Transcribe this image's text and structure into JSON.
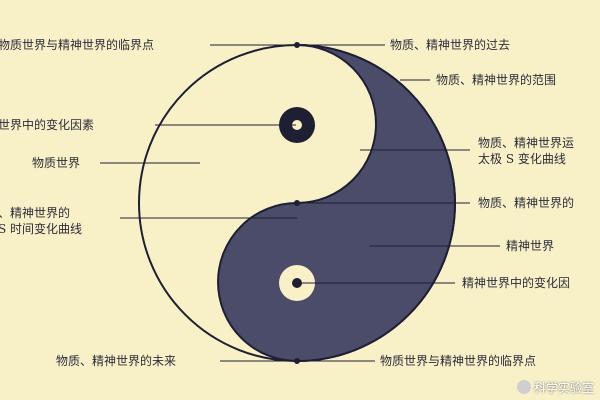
{
  "colors": {
    "background": "#f8f1c8",
    "dark": "#4a4c6a",
    "ink": "#1e1f33",
    "light_eye": "#f8f1c8"
  },
  "labels": {
    "left": [
      "物质世界与精神世界的临界点",
      "世界中的变化因素",
      "物质世界",
      "、精神世界的",
      "S 时间变化曲线",
      "物质、精神世界的未来"
    ],
    "right": [
      "物质、精神世界的过去",
      "物质、精神世界的范围",
      "物质、精神世界运",
      "太极 S 变化曲线",
      "物质、精神世界的",
      "精神世界",
      "精神世界中的变化因",
      "物质世界与精神世界的临界点"
    ]
  },
  "watermark": {
    "text": "科学实验室",
    "icon": "wechat-icon"
  }
}
